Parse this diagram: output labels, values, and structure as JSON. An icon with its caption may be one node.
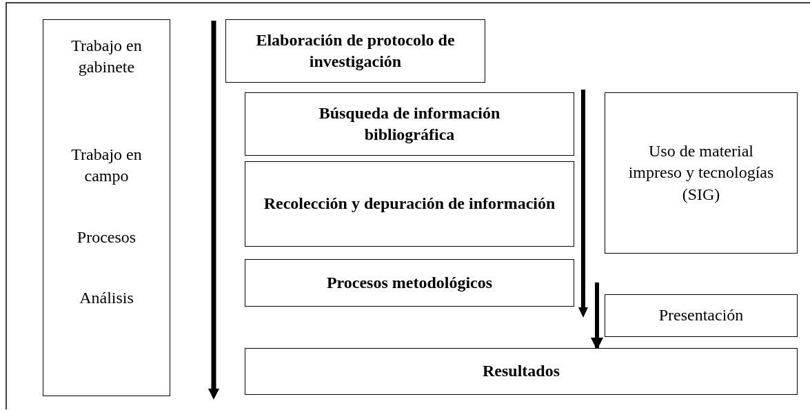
{
  "diagram": {
    "nodes": [
      {
        "text": [
          "Trabajo en gabinete",
          "Trabajo en campo",
          "Procesos",
          "Análisis"
        ]
      },
      {
        "text": [
          "Elaboración de protocolo de investigación"
        ]
      },
      {
        "text": [
          "Búsqueda de información bibliográfica"
        ]
      },
      {
        "text": [
          "Recolección y depuración de información"
        ]
      },
      {
        "text": [
          "Procesos metodológicos"
        ]
      },
      {
        "text": [
          "Uso de material impreso y tecnologías (SIG)"
        ]
      },
      {
        "text": [
          "Presentación"
        ]
      },
      {
        "text": [
          "Resultados"
        ]
      }
    ],
    "edges": [
      {
        "from": null,
        "to": 7,
        "arrow": "to"
      }
    ]
  }
}
